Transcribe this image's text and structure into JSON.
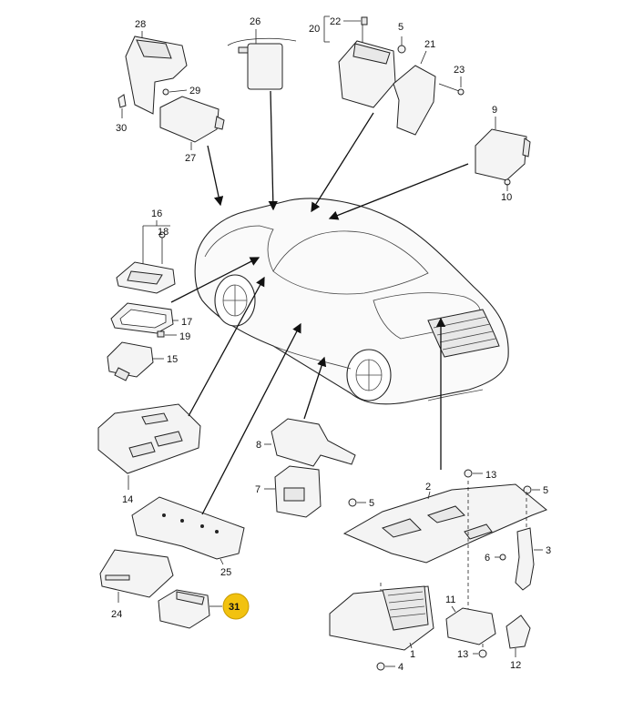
{
  "labels": {
    "p1": "1",
    "p2": "2",
    "p3": "3",
    "p4": "4",
    "p5a": "5",
    "p5b": "5",
    "p5c": "5",
    "p6": "6",
    "p7": "7",
    "p8": "8",
    "p9": "9",
    "p10": "10",
    "p11": "11",
    "p12": "12",
    "p13a": "13",
    "p13b": "13",
    "p14": "14",
    "p15": "15",
    "p16": "16",
    "p17": "17",
    "p18": "18",
    "p19": "19",
    "p20": "20",
    "p21": "21",
    "p22": "22",
    "p23": "23",
    "p24": "24",
    "p25": "25",
    "p26": "26",
    "p27": "27",
    "p28": "28",
    "p29": "29",
    "p30": "30",
    "p31": "31"
  },
  "highlight": {
    "part": "31",
    "color": "#f2c20f"
  }
}
